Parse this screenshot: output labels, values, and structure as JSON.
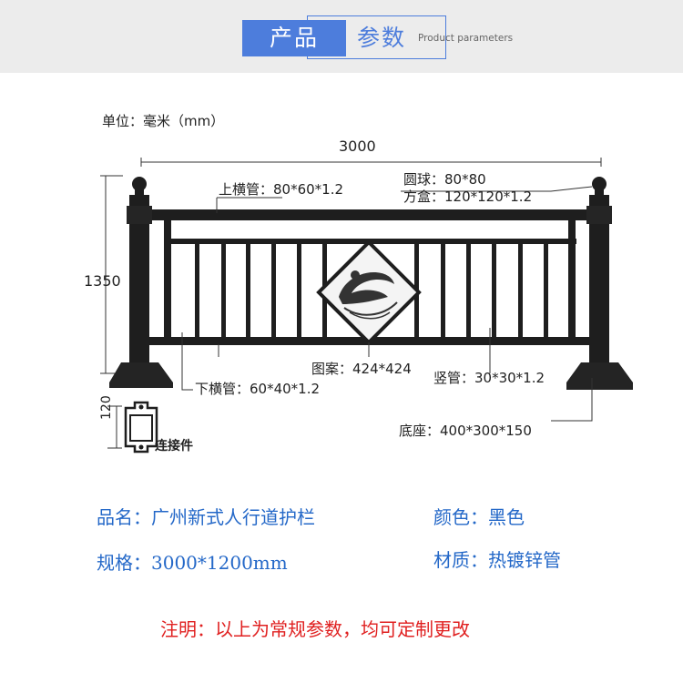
{
  "header": {
    "title_part1": "产品",
    "title_part2": "参数",
    "subtitle": "Product parameters"
  },
  "drawing": {
    "unit_label": "单位：毫米（mm）",
    "width_dim": "3000",
    "height_dim": "1350",
    "connector_dim": "120",
    "labels": {
      "top_rail": "上横管：80*60*1.2",
      "ball": "圆球：80*80",
      "square_box": "方盒：120*120*1.2",
      "bottom_rail": "下横管：60*40*1.2",
      "pattern": "图案：424*424",
      "vertical_bar": "竖管：30*30*1.2",
      "base": "底座：400*300*150",
      "connector": "连接件"
    }
  },
  "specs": {
    "name": "品名：广州新式人行道护栏",
    "color": "颜色：黑色",
    "size": "规格：3000*1200mm",
    "material": "材质：热镀锌管"
  },
  "note": "注明：以上为常规参数，均可定制更改",
  "colors": {
    "accent_blue": "#4d7ddc",
    "spec_blue": "#2468c8",
    "note_red": "#e02020",
    "fence": "#1e1e1e"
  }
}
